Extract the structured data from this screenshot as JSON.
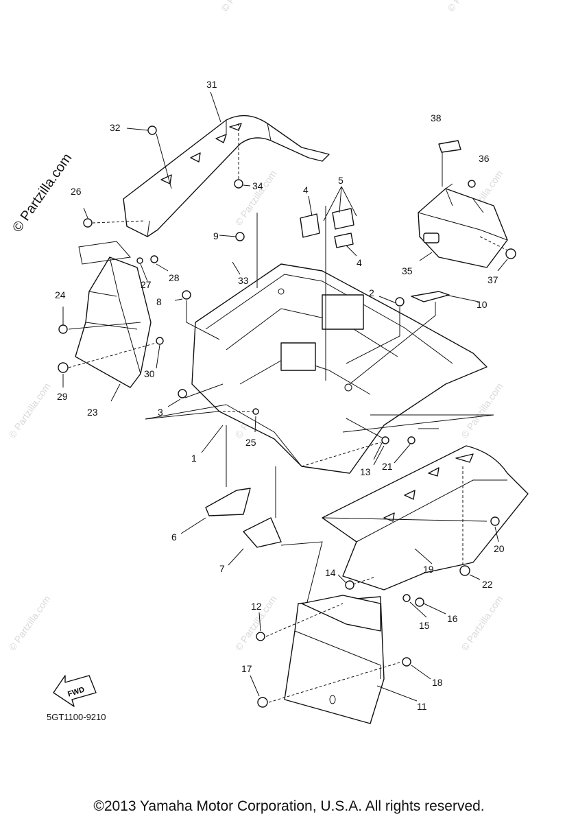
{
  "watermark": {
    "main": "© Partzilla.com",
    "small": "© Partzilla.com"
  },
  "diagram_code": "5GT1100-9210",
  "fwd_label": "FWD",
  "copyright": "©2013 Yamaha Motor Corporation, U.S.A. All rights reserved.",
  "callouts": [
    "1",
    "2",
    "3",
    "4",
    "5",
    "6",
    "7",
    "8",
    "9",
    "10",
    "11",
    "12",
    "13",
    "14",
    "15",
    "16",
    "17",
    "18",
    "19",
    "20",
    "21",
    "22",
    "23",
    "24",
    "25",
    "26",
    "27",
    "28",
    "29",
    "30",
    "31",
    "32",
    "33",
    "34",
    "35",
    "36",
    "37",
    "38"
  ]
}
